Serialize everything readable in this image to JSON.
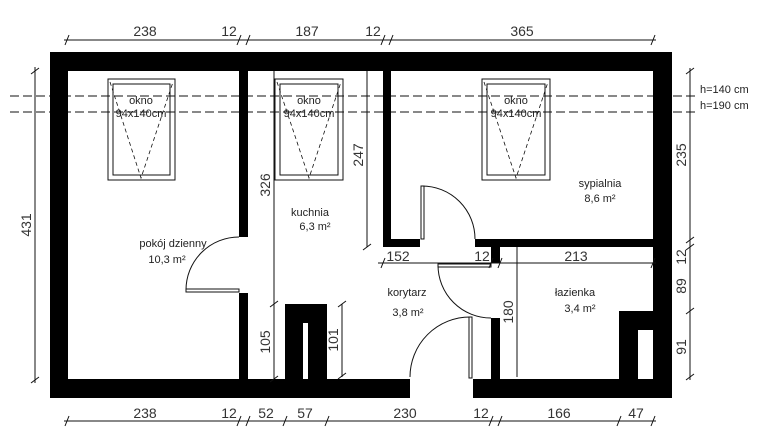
{
  "levels": {
    "h1": "h=140 cm",
    "h2": "h=190 cm"
  },
  "window": {
    "name": "okno",
    "size": "94x140cm"
  },
  "rooms": {
    "living": {
      "name": "pokój dzienny",
      "area": "10,3 m²"
    },
    "kitchen": {
      "name": "kuchnia",
      "area": "6,3 m²"
    },
    "bedroom": {
      "name": "sypialnia",
      "area": "8,6 m²"
    },
    "corridor": {
      "name": "korytarz",
      "area": "3,8 m²"
    },
    "bathroom": {
      "name": "łazienka",
      "area": "3,4 m²"
    }
  },
  "dims": {
    "top": [
      "238",
      "12",
      "187",
      "12",
      "365"
    ],
    "bottom": [
      "238",
      "12",
      "52",
      "57",
      "230",
      "12",
      "166",
      "47"
    ],
    "left": "431",
    "right": [
      "235",
      "12",
      "89",
      "91"
    ],
    "inner": {
      "kitchen_height": "326",
      "chimney_left": "105",
      "chimney_right": "101",
      "kitchen_wall": "247",
      "corridor_width": "152",
      "wall": "12",
      "bath_width": "213",
      "bath_height": "180"
    }
  }
}
